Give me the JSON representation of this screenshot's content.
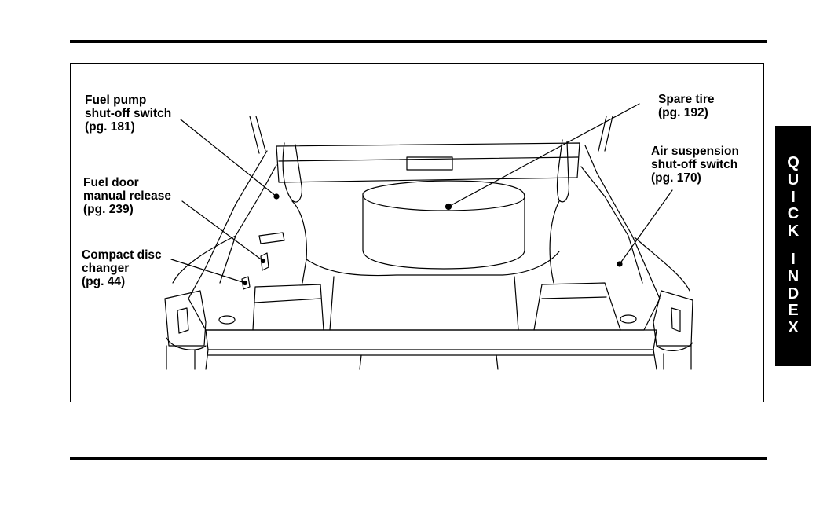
{
  "callouts": {
    "fuel_pump": [
      "Fuel pump",
      "shut-off switch",
      "(pg. 181)"
    ],
    "fuel_door": [
      "Fuel door",
      "manual release",
      "(pg. 239)"
    ],
    "cd_changer": [
      "Compact disc",
      "changer",
      "(pg. 44)"
    ],
    "spare_tire": [
      "Spare tire",
      "(pg. 192)"
    ],
    "air_suspension": [
      "Air suspension",
      "shut-off switch",
      "(pg. 170)"
    ]
  },
  "side_tab": {
    "word1": [
      "Q",
      "U",
      "I",
      "C",
      "K"
    ],
    "word2": [
      "I",
      "N",
      "D",
      "E",
      "X"
    ]
  }
}
